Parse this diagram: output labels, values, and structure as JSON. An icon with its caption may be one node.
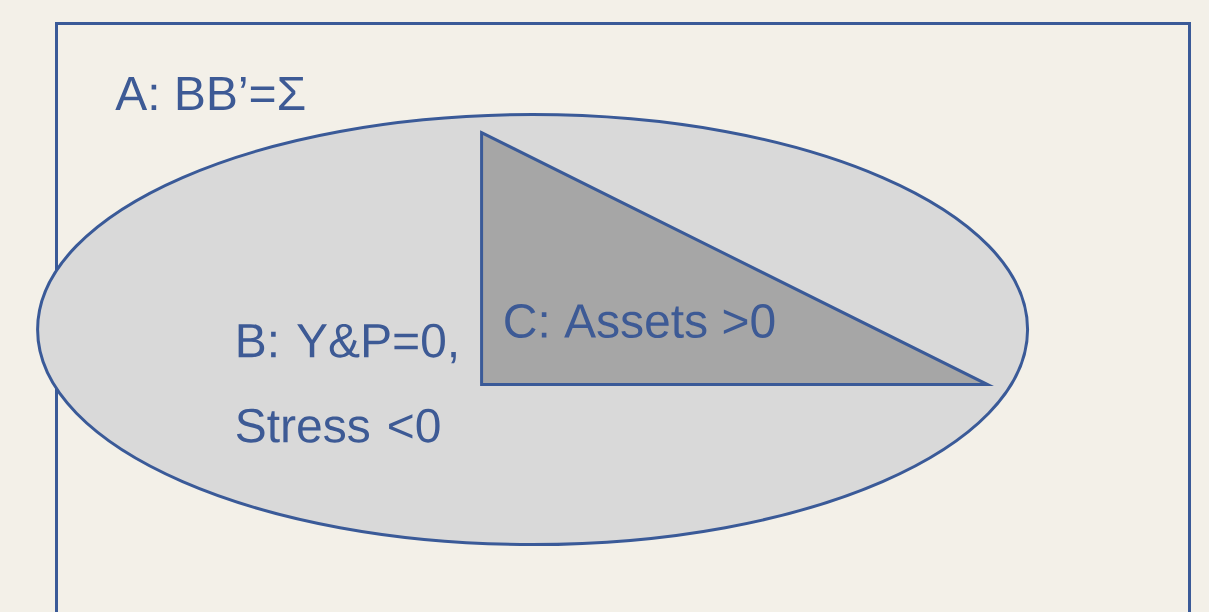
{
  "diagram": {
    "nodes": [
      {
        "text": [
          "A: BB’=Σ"
        ]
      },
      {
        "text": [
          "B: Y&P=0, Stress <0"
        ],
        "in": 0
      },
      {
        "text": [
          "C: Assets >0"
        ],
        "in": 1
      }
    ]
  }
}
